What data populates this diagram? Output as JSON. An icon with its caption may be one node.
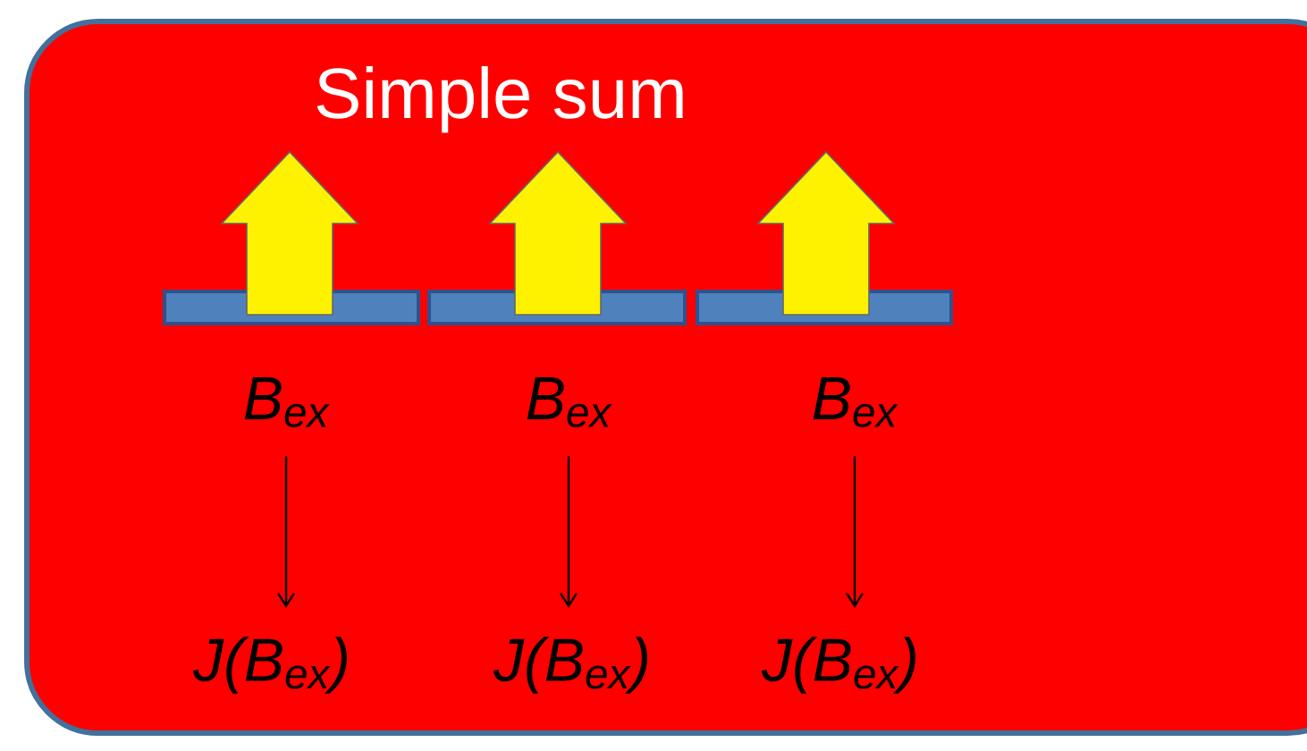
{
  "diagram": {
    "nodes": [
      {
        "text": [
          "Simple sum"
        ]
      },
      {
        "text": [
          "B$_{ex}$"
        ],
        "in": 0
      },
      {
        "text": [
          "B$_{ex}$"
        ],
        "in": 0
      },
      {
        "text": [
          "B$_{ex}$"
        ],
        "in": 0
      },
      {
        "text": [
          "J(B$_{ex}$)"
        ],
        "in": 0
      },
      {
        "text": [
          "J(B$_{ex}$)"
        ],
        "in": 0
      },
      {
        "text": [
          "J(B$_{ex}$)"
        ],
        "in": 0
      }
    ],
    "edges": [
      {
        "from": 1,
        "to": 4,
        "arrow": "to"
      },
      {
        "from": 2,
        "to": 5,
        "arrow": "to"
      },
      {
        "from": 3,
        "to": 6,
        "arrow": "to"
      }
    ]
  }
}
